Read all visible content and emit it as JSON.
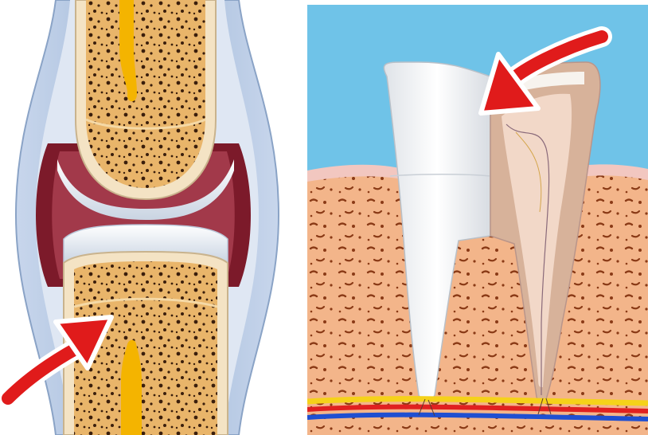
{
  "panels": [
    {
      "id": "joint",
      "subject": "synovial-joint-cross-section",
      "arrow": "pointing-to-growth-line-in-lower-bone"
    },
    {
      "id": "tooth",
      "subject": "molar-tooth-cross-section",
      "arrow": "pointing-to-enamel-crown"
    }
  ],
  "colors": {
    "arrow": "#e01b1b",
    "bone": "#e9b56a",
    "bone_pores": "#3a1e0c",
    "marrow": "#f4b400",
    "cartilage": "#e8eef5",
    "joint_capsule": "#9fb8d8",
    "synovial": "#7c1a2a",
    "sky": "#6fc3e8",
    "gum": "#f2c7c0",
    "jaw_bone": "#f3b58a",
    "enamel": "#f4f6f8",
    "dentin": "#d7b29a",
    "pulp": "#f2d8c8",
    "artery": "#e02020",
    "vein": "#1f4fd1",
    "nerve": "#f5d21a"
  }
}
